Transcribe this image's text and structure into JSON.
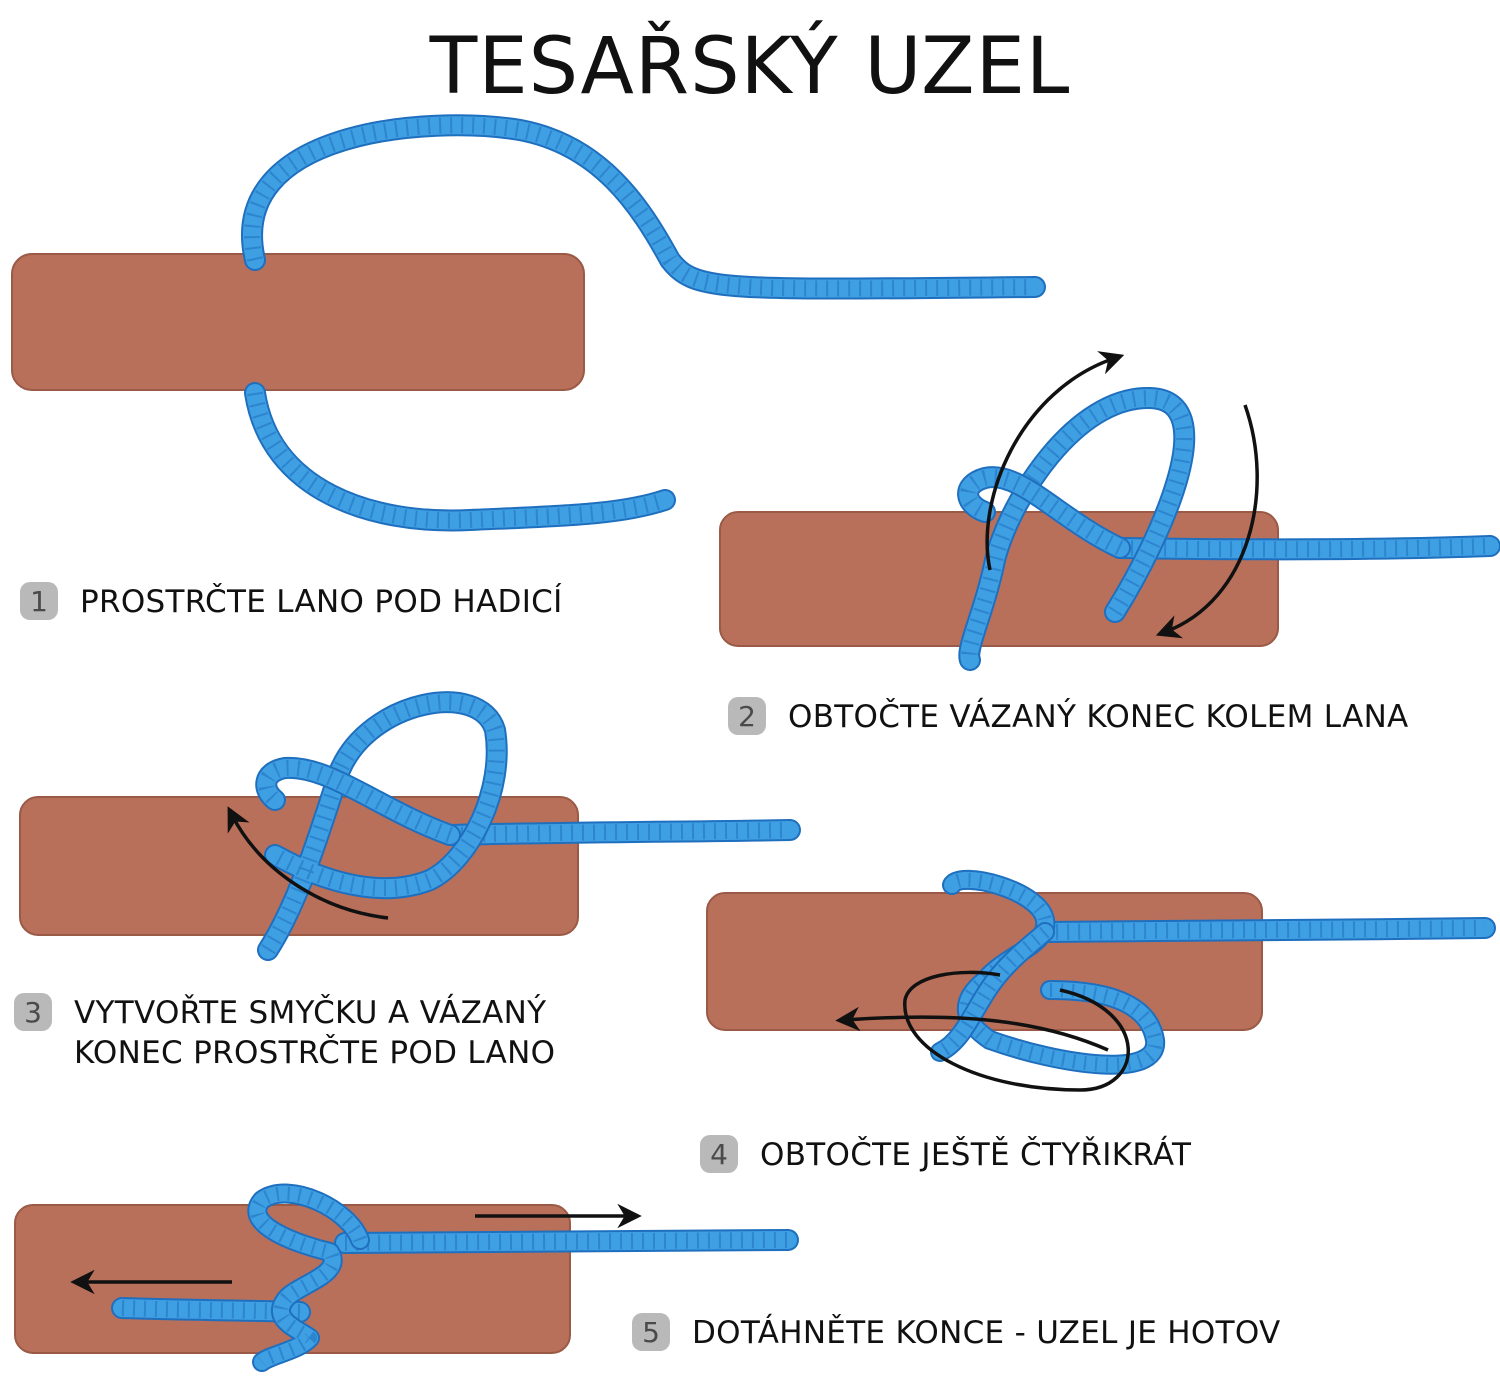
{
  "title": "TESAŘSKÝ UZEL",
  "colors": {
    "pipe": "#b8705a",
    "pipe_edge": "#9a5a46",
    "rope": "#3f9fe3",
    "rope_edge": "#1f6fbf",
    "arrow": "#111111",
    "badge": "#b9b9b9"
  },
  "steps": [
    {
      "number": "1",
      "text": "PROSTRČTE LANO POD HADICÍ"
    },
    {
      "number": "2",
      "text": "OBTOČTE VÁZANÝ KONEC KOLEM LANA"
    },
    {
      "number": "3",
      "text": "VYTVOŘTE SMYČKU A VÁZANÝ\nKONEC PROSTRČTE POD LANO"
    },
    {
      "number": "4",
      "text": "OBTOČTE JEŠTĚ ČTYŘIKRÁT"
    },
    {
      "number": "5",
      "text": "DOTÁHNĚTE KONCE - UZEL JE HOTOV"
    }
  ]
}
